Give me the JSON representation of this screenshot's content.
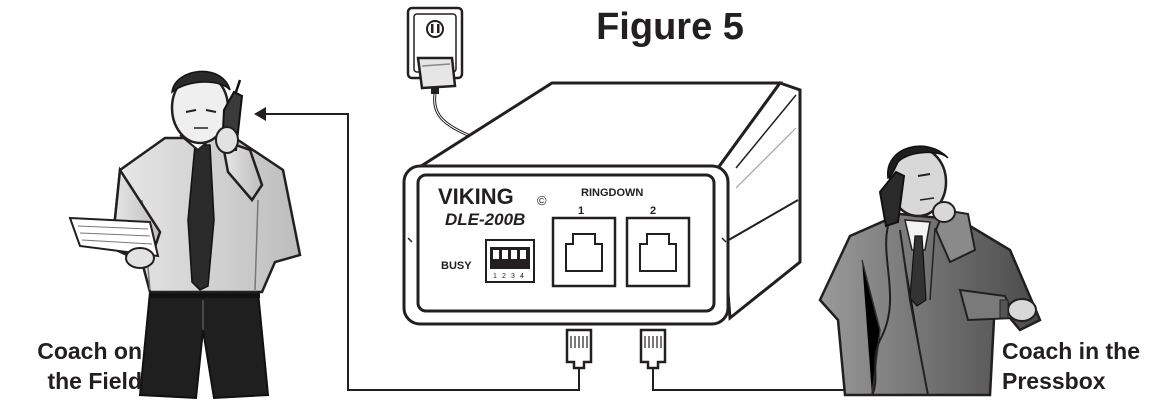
{
  "figure": {
    "title": "Figure 5"
  },
  "device": {
    "brand": "VIKING",
    "brand_mark": "©",
    "model": "DLE-200B",
    "ringdown_label": "RINGDOWN",
    "port_labels": [
      "1",
      "2"
    ],
    "busy_label": "BUSY",
    "dip_switch_numbers": [
      "1",
      "2",
      "3",
      "4"
    ]
  },
  "captions": {
    "left": [
      "Coach on",
      "the Field"
    ],
    "right": [
      "Coach in the",
      "Pressbox"
    ]
  },
  "icons": {
    "outlet": "wall-outlet-icon",
    "plug": "power-adapter-icon",
    "rj11_plug": "rj11-plug-icon",
    "arrow": "arrow-icon"
  },
  "colors": {
    "ink": "#231f20",
    "device_fill": "#ffffff",
    "shadow": "#5a5a5a"
  }
}
